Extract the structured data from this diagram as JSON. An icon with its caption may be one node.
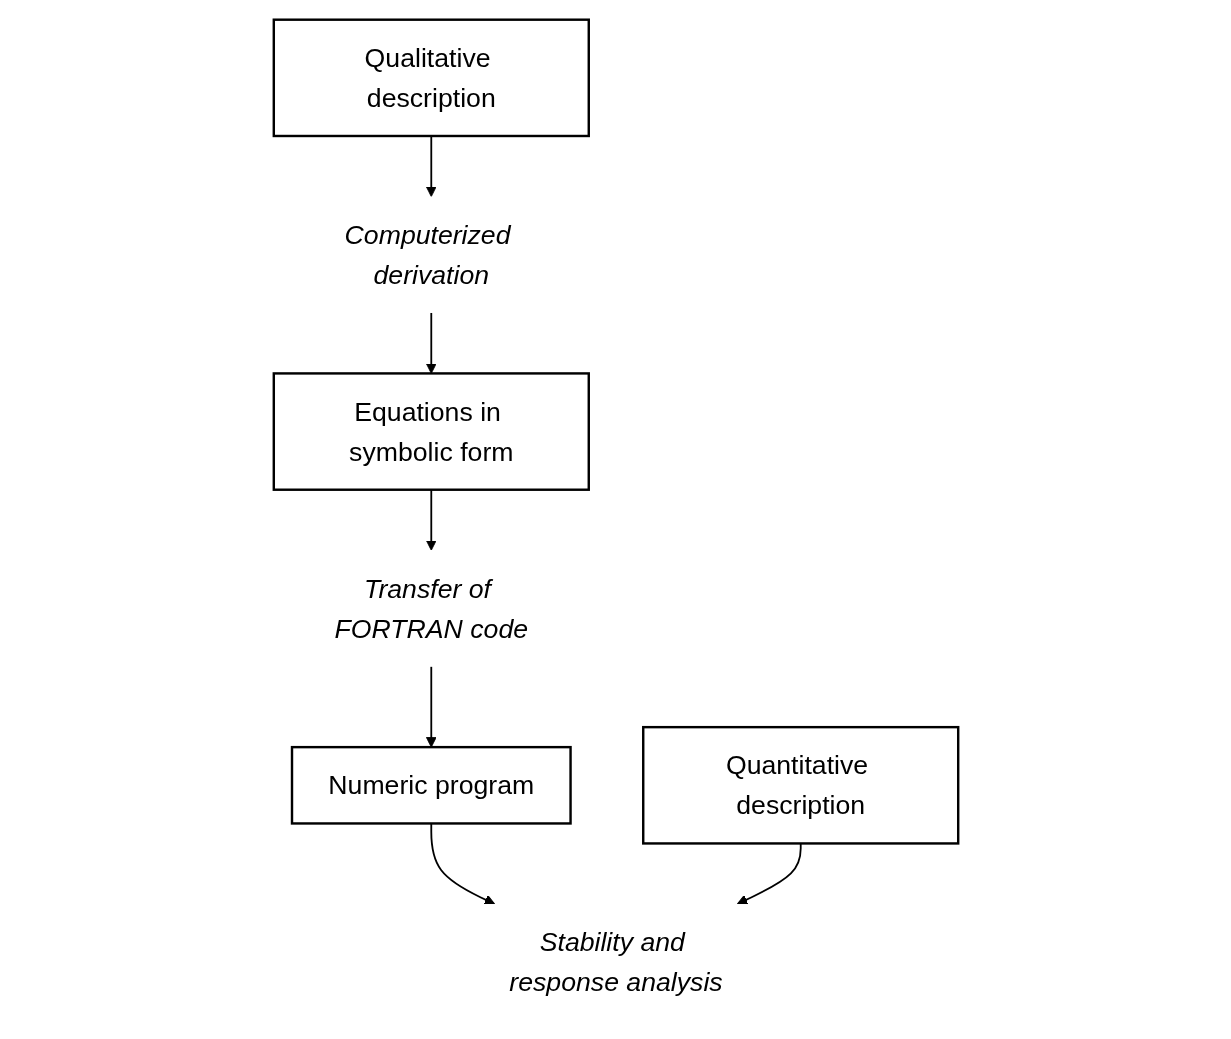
{
  "diagram": {
    "nodes": [
      {
        "text": [
          "Qualitative description"
        ]
      },
      {
        "text": [
          "Quantitative description"
        ]
      },
      {
        "text": [
          "Computerized derivation"
        ]
      },
      {
        "text": [
          "Equations in symbolic form"
        ]
      },
      {
        "text": [
          "Transfer of FORTRAN code"
        ]
      },
      {
        "text": [
          "Numeric program"
        ]
      },
      {
        "text": [
          "Stability and response analysis"
        ]
      }
    ],
    "edges": [
      {
        "from": 0,
        "to": 2,
        "arrow": "to"
      },
      {
        "from": 2,
        "to": 3,
        "arrow": "to"
      },
      {
        "from": 3,
        "to": 4,
        "arrow": "to"
      },
      {
        "from": 4,
        "to": 5,
        "arrow": "to"
      },
      {
        "from": 5,
        "to": 6,
        "arrow": "to"
      },
      {
        "from": 1,
        "to": 6,
        "arrow": "to"
      }
    ]
  }
}
